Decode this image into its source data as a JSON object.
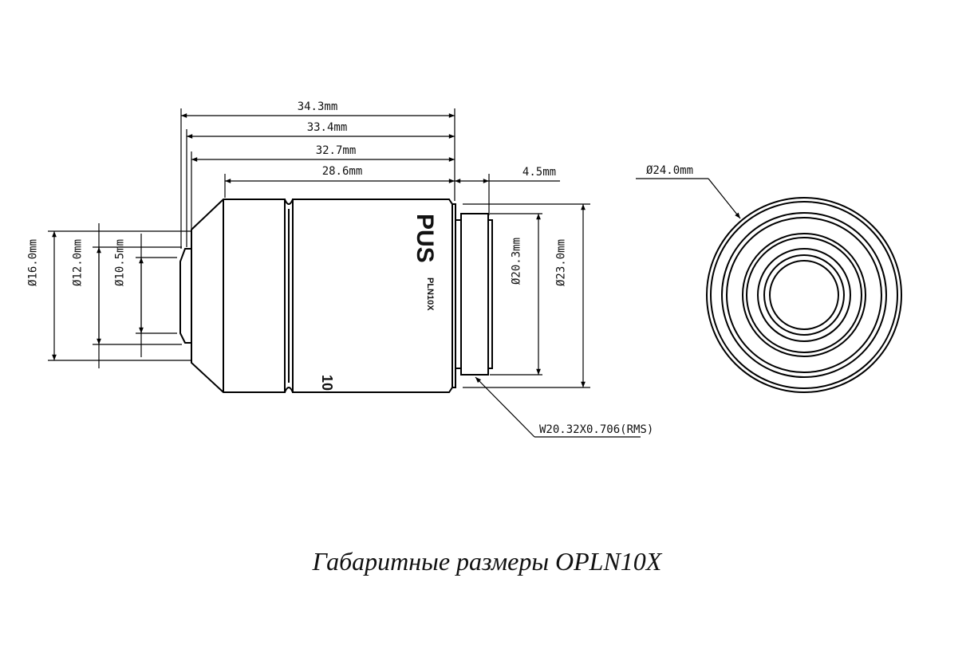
{
  "title": "Габаритные размеры OPLN10X",
  "side_view": {
    "lengths": [
      "34.3mm",
      "33.4mm",
      "32.7mm",
      "28.6mm",
      "4.5mm"
    ],
    "diameters_left": [
      "Ø16.0mm",
      "Ø12.0mm",
      "Ø10.5mm"
    ],
    "diameters_right": [
      "Ø20.3mm",
      "Ø23.0mm"
    ],
    "thread_label": "W20.32X0.706(RMS)",
    "body_marking": "PLN10X",
    "brand_fragment": "PUS",
    "magnification_fragment": "10"
  },
  "front_view": {
    "diameter": "Ø24.0mm"
  }
}
